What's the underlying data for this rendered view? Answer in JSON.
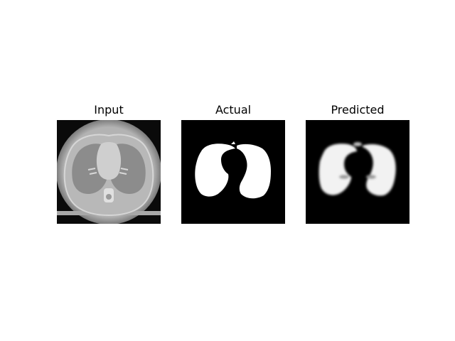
{
  "panels": [
    {
      "title": "Input"
    },
    {
      "title": "Actual"
    },
    {
      "title": "Predicted"
    }
  ],
  "colors": {
    "background": "#ffffff",
    "image_background": "#000000",
    "mask": "#ffffff",
    "ct_body": "#b9b9b9",
    "ct_lung": "#8f8f8f",
    "ct_heart": "#c9c9c9"
  }
}
